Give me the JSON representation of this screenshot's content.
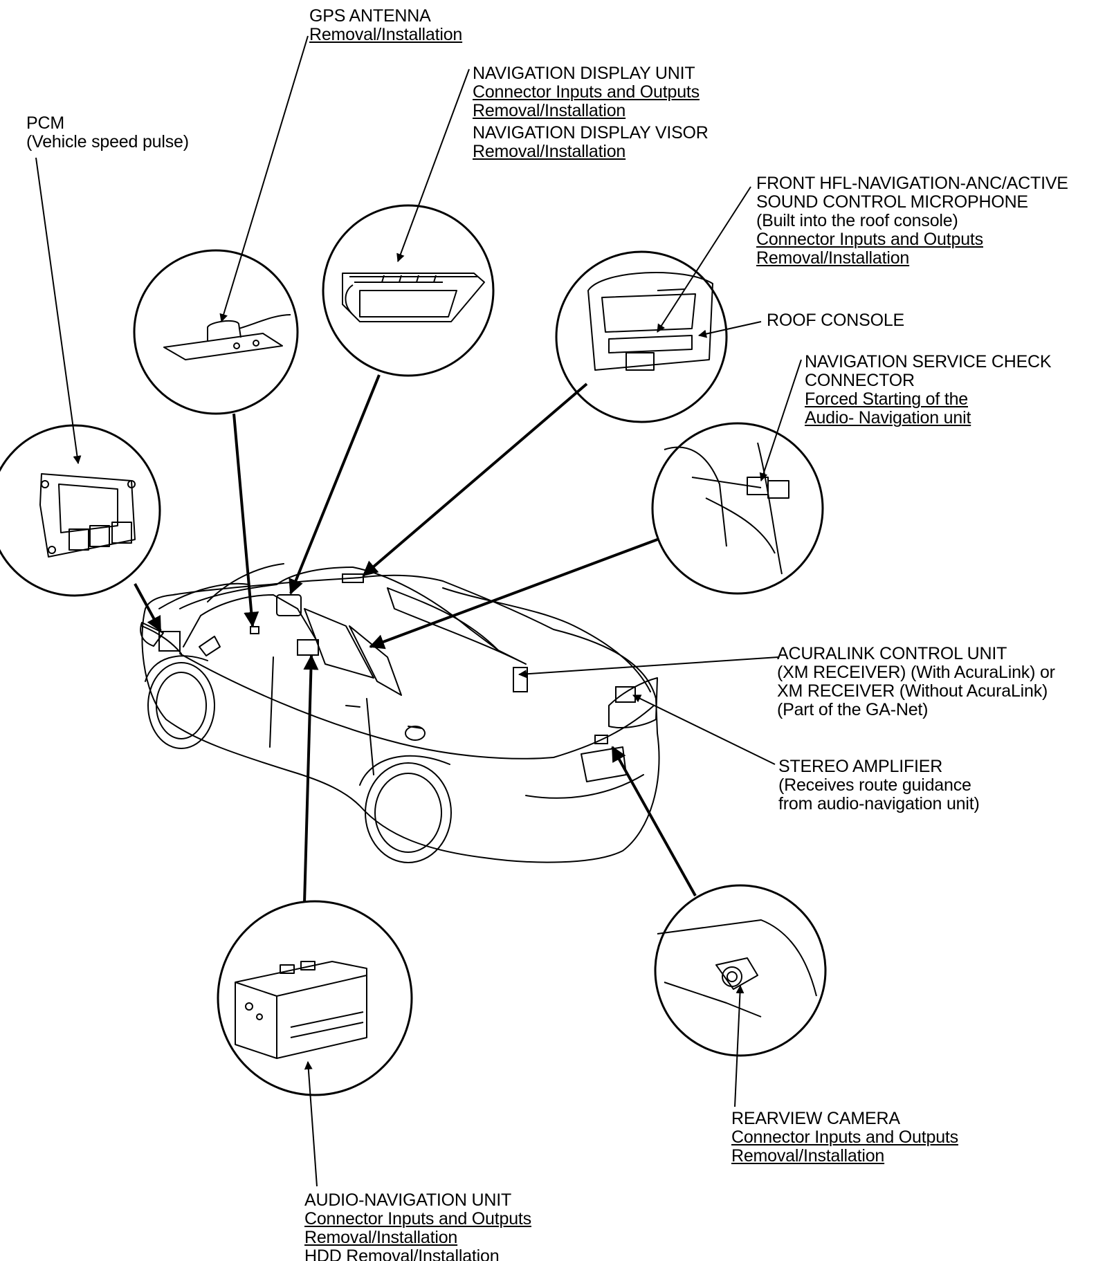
{
  "callouts": {
    "gps_antenna": {
      "title": "GPS ANTENNA",
      "links": [
        "Removal/Installation"
      ]
    },
    "nav_display": {
      "title": "NAVIGATION DISPLAY UNIT",
      "links": [
        "Connector Inputs and Outputs",
        "Removal/Installation"
      ],
      "title2": "NAVIGATION DISPLAY VISOR",
      "links2": [
        "Removal/Installation"
      ]
    },
    "pcm": {
      "title": "PCM",
      "notes": [
        "(Vehicle speed pulse)"
      ]
    },
    "front_mic": {
      "title": [
        "FRONT HFL-NAVIGATION-ANC/ACTIVE",
        "SOUND CONTROL MICROPHONE"
      ],
      "notes": [
        "(Built into the roof console)"
      ],
      "links": [
        "Connector Inputs and Outputs",
        "Removal/Installation"
      ]
    },
    "roof_console": {
      "title": "ROOF CONSOLE"
    },
    "nav_service": {
      "title": [
        "NAVIGATION SERVICE CHECK",
        "CONNECTOR"
      ],
      "links": [
        "Forced Starting of the",
        "Audio- Navigation unit"
      ]
    },
    "acuralink": {
      "lines": [
        "ACURALINK CONTROL UNIT",
        "(XM RECEIVER) (With AcuraLink) or",
        "XM RECEIVER (Without AcuraLink)",
        "(Part of the GA-Net)"
      ]
    },
    "stereo_amp": {
      "title": "STEREO AMPLIFIER",
      "notes": [
        "(Receives route guidance",
        "from audio-navigation unit)"
      ]
    },
    "rearview_camera": {
      "title": "REARVIEW CAMERA",
      "links": [
        "Connector Inputs and Outputs",
        "Removal/Installation"
      ]
    },
    "audio_nav": {
      "title": "AUDIO-NAVIGATION UNIT",
      "links": [
        "Connector Inputs and Outputs",
        "Removal/Installation",
        "HDD Removal/Installation"
      ]
    }
  }
}
